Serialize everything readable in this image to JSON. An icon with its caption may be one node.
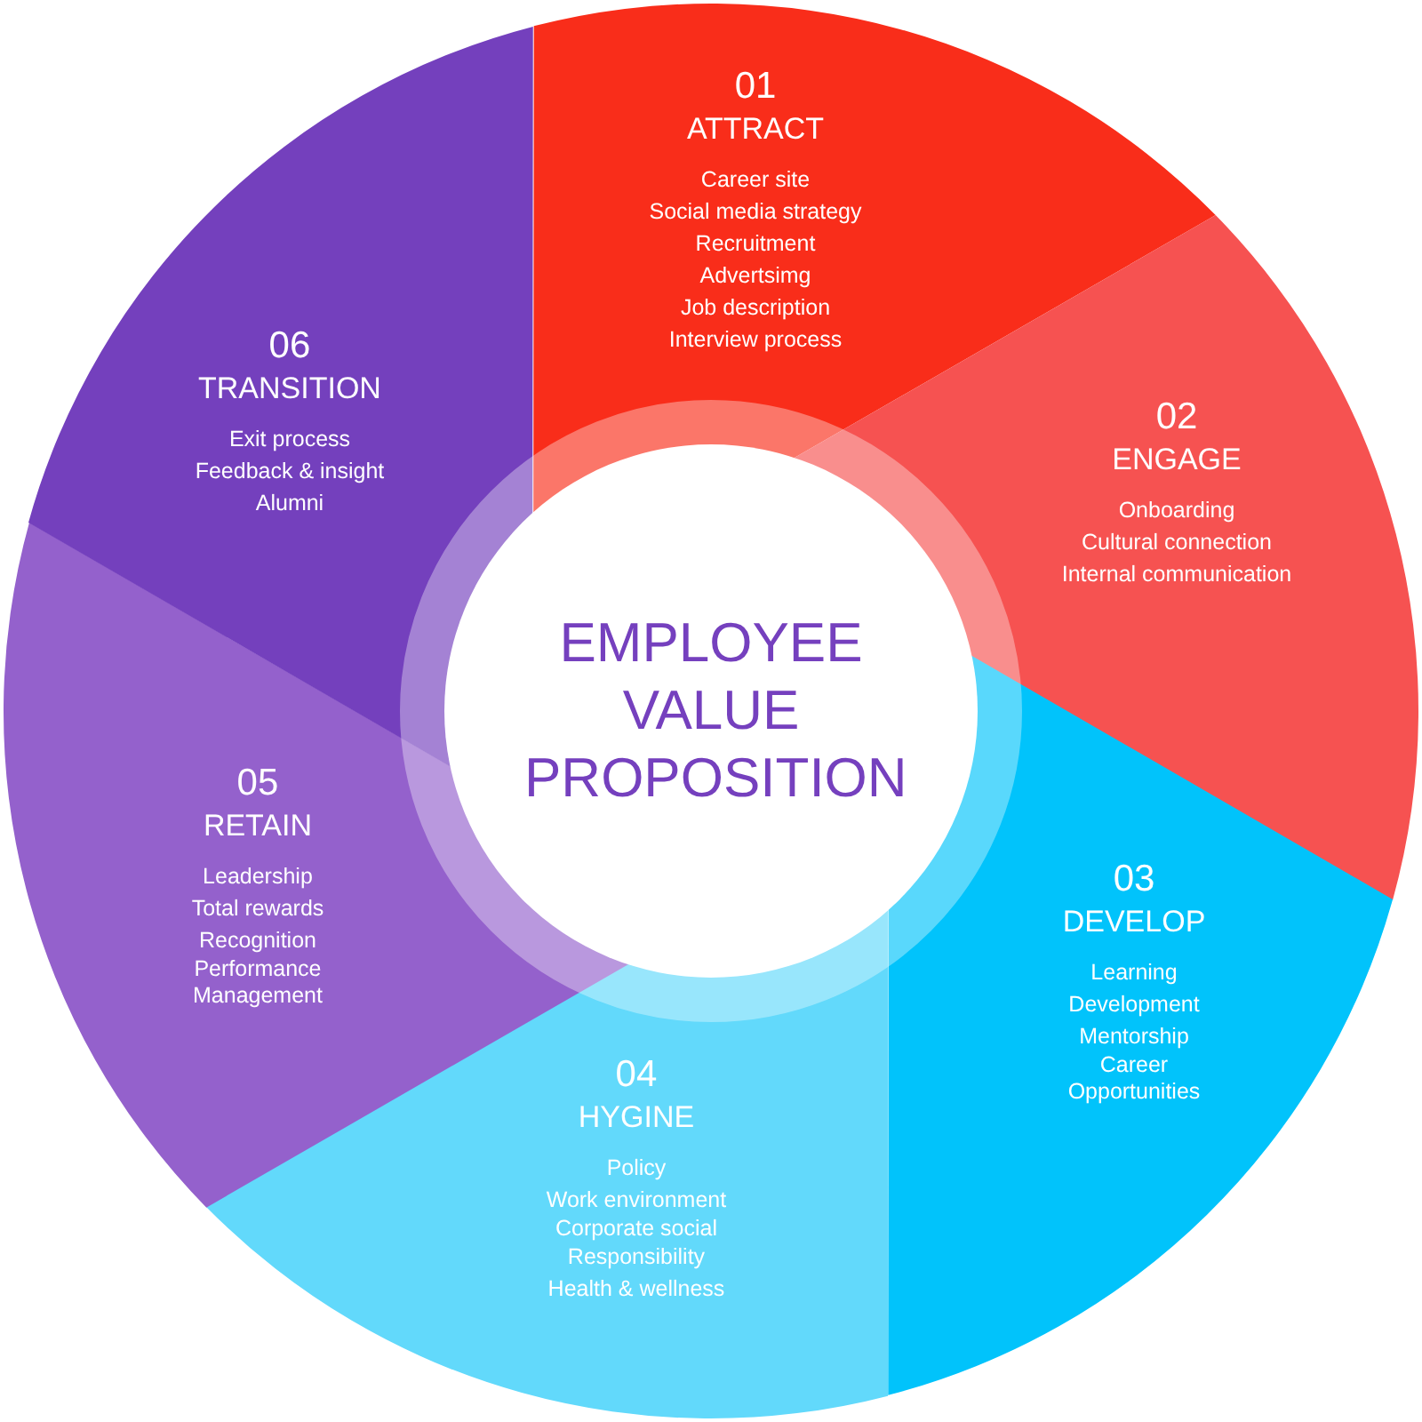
{
  "diagram": {
    "nodes": [
      {
        "text": [
          "EMPLOYEE VALUE PROPOSITION"
        ]
      },
      {
        "text": [
          "01",
          "ATTRACT",
          "Career site",
          "Social media strategy",
          "Recruitment",
          "Advertsimg",
          "Job description",
          "Interview process"
        ]
      },
      {
        "text": [
          "02",
          "ENGAGE",
          "Onboarding",
          "Cultural connection",
          "Internal communication"
        ]
      },
      {
        "text": [
          "03",
          "DEVELOP",
          "Learning",
          "Development",
          "Mentorship",
          "Career Opportunities"
        ]
      },
      {
        "text": [
          "04",
          "HYGINE",
          "Policy",
          "Work environment",
          "Corporate social Responsibility",
          "Health & wellness"
        ]
      },
      {
        "text": [
          "05",
          "RETAIN",
          "Leadership",
          "Total rewards",
          "Recognition",
          "Performance Management"
        ]
      },
      {
        "text": [
          "06",
          "TRANSITION",
          "Exit process",
          "Feedback & insight",
          "Alumni"
        ]
      }
    ]
  }
}
